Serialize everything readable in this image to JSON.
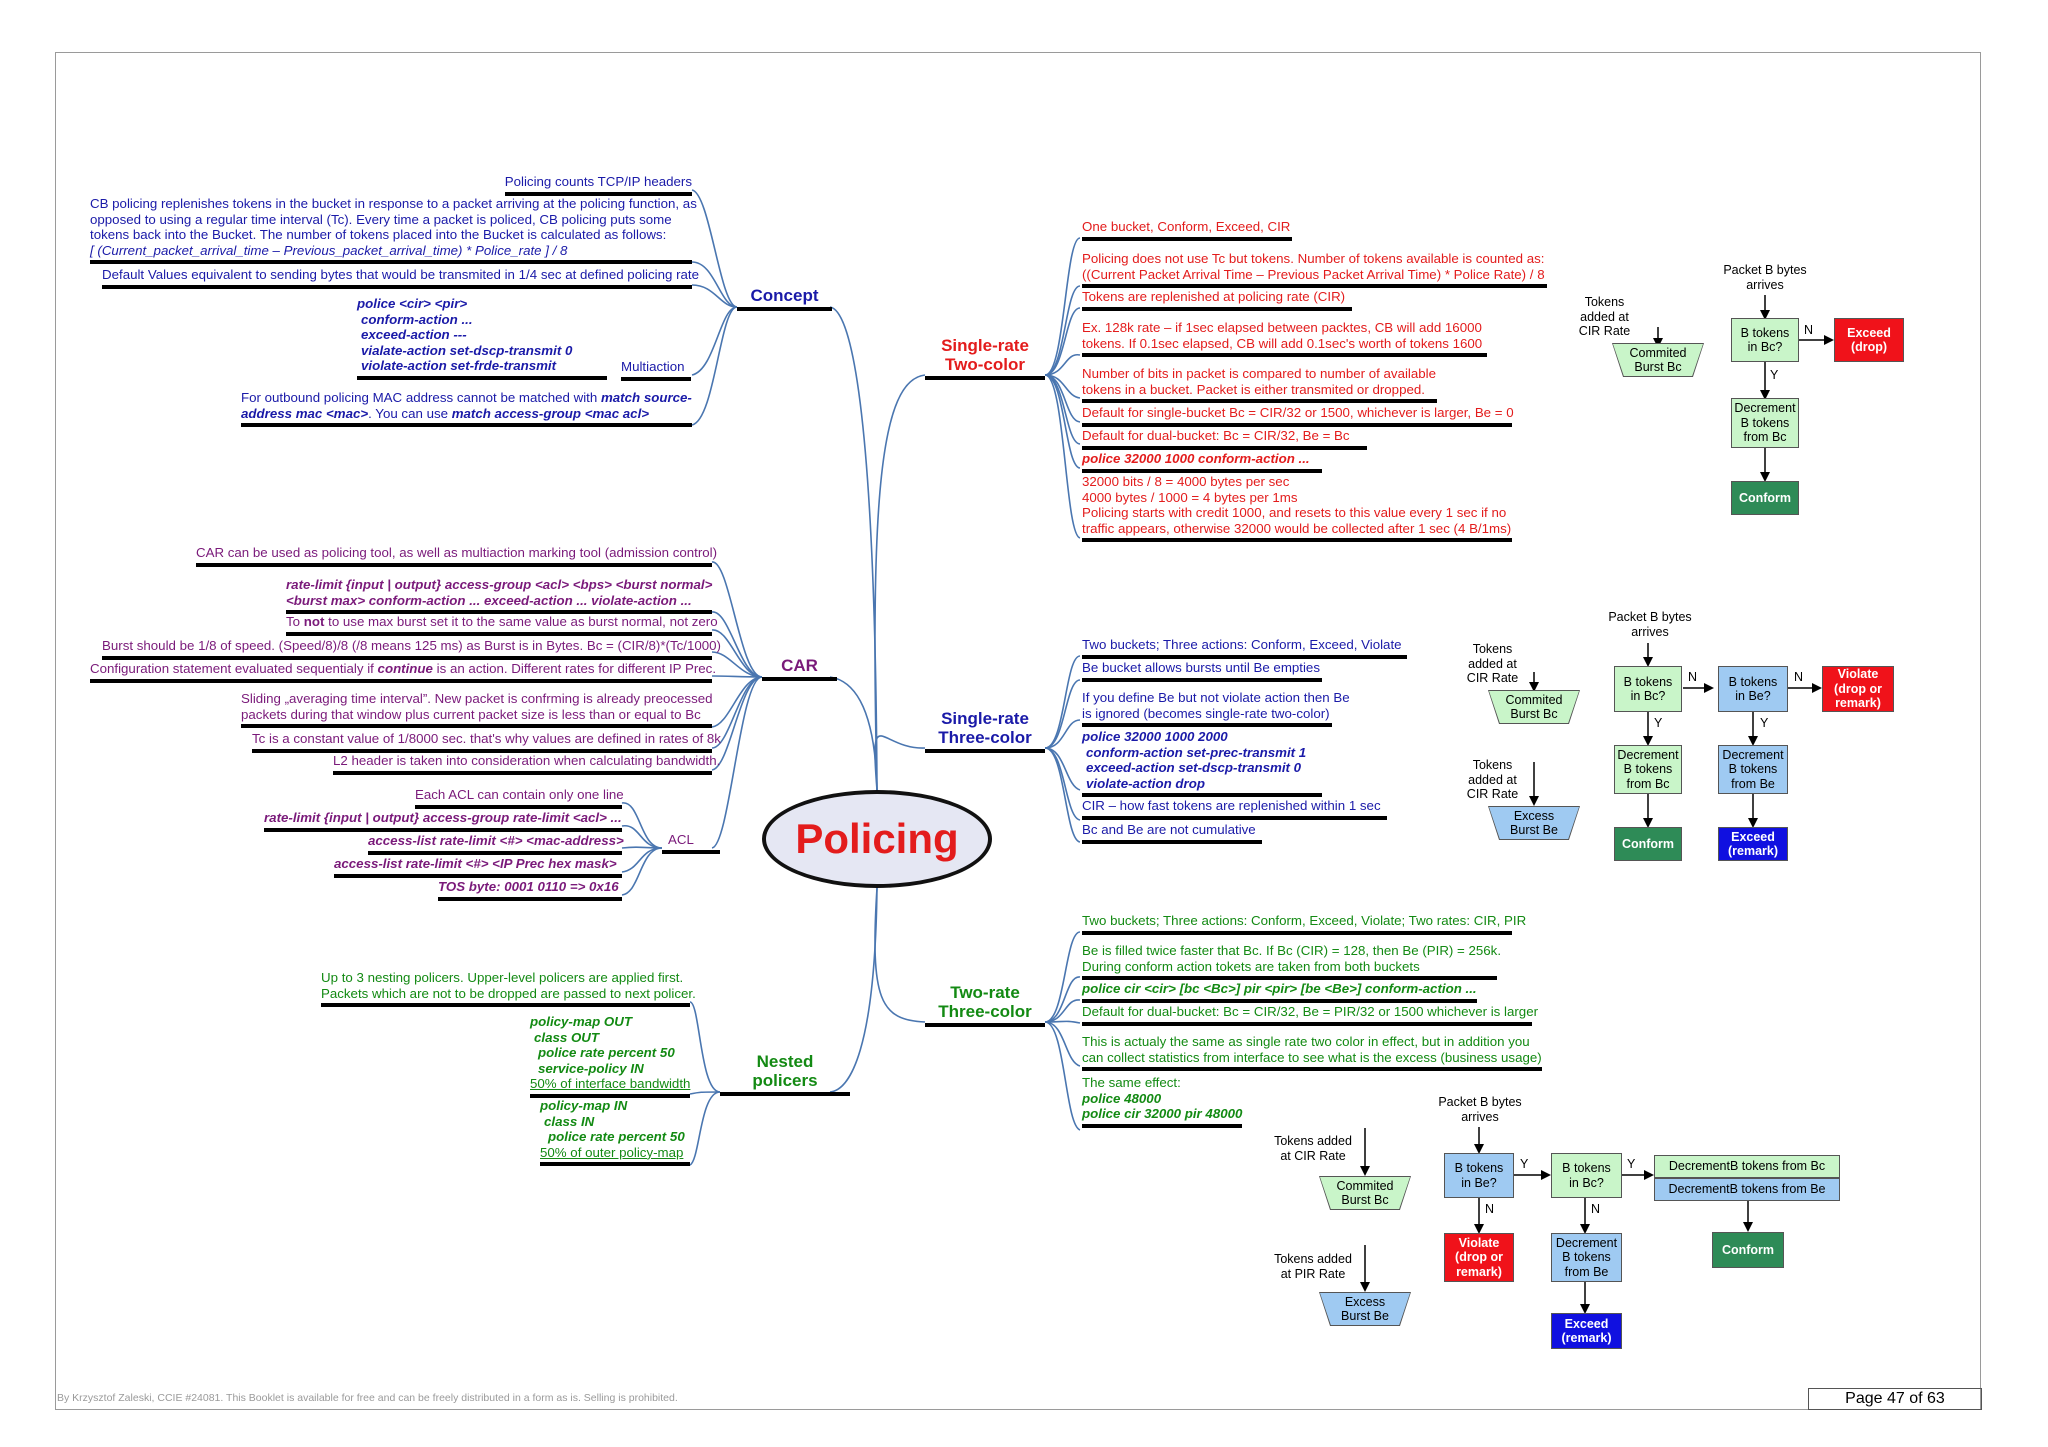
{
  "center": {
    "title": "Policing"
  },
  "concept": {
    "label": "Concept",
    "headers": "Policing counts TCP/IP headers",
    "cb_l1": "CB policing replenishes tokens in the bucket in response to a packet arriving at the policing function, as",
    "cb_l2": "opposed to using a regular time interval (Tc). Every time a packet is policed, CB policing puts some",
    "cb_l3": "tokens back into the Bucket. The number of tokens placed into the Bucket is calculated as follows:",
    "cb_l4": "[ (Current_packet_arrival_time – Previous_packet_arrival_time) * Police_rate ] / 8",
    "defaults": "Default Values equivalent to sending bytes that would be transmited in 1/4 sec at defined policing rate",
    "cmd1": "police <cir> <pir>",
    "cmd2": "conform-action ...",
    "cmd3": "exceed-action ---",
    "cmd4": "vialate-action set-dscp-transmit 0",
    "cmd5": "violate-action set-frde-transmit",
    "multiaction": "Multiaction",
    "mac_l1a": "For outbound policing MAC address cannot be matched with ",
    "mac_l1b": "match source-",
    "mac_l2a": "address mac <mac>",
    "mac_l2b": ". You can use ",
    "mac_l2c": "match access-group <mac acl>"
  },
  "car": {
    "label": "CAR",
    "n1": "CAR can be used as policing tool, as well as multiaction marking tool (admission control)",
    "n2a": "rate-limit {input | output} access-group <acl> <bps> <burst normal>",
    "n2b": "<burst max> conform-action ... exceed-action ... violate-action ...",
    "n3a": "To ",
    "n3b": "not",
    "n3c": " to use max burst set it to the same value as burst normal, not zero",
    "n4": "Burst should be 1/8 of speed. (Speed/8)/8 (/8 means 125 ms) as Burst is in Bytes. Bc = (CIR/8)*(Tc/1000)",
    "n5a": "Configuration statement evaluated sequentialy if ",
    "n5b": "continue",
    "n5c": " is an action. Different rates for different IP Prec.",
    "n6a": "Sliding „averaging time interval”. New packet is confrming is already preocessed",
    "n6b": "packets during that window plus current packet size is less than or equal to Bc",
    "n7": "Tc is a constant value of 1/8000 sec. that's why values are defined in rates of 8k",
    "n8": "L2 header is taken into consideration when calculating bandwidth.",
    "acl_label": "ACL",
    "acl1": "Each ACL can contain only one line",
    "acl2": "rate-limit {input | output} access-group rate-limit <acl> ...",
    "acl3": "access-list rate-limit <#> <mac-address>",
    "acl4": "access-list rate-limit <#> <IP Prec hex mask>",
    "acl5": "TOS byte: 0001 0110 => 0x16"
  },
  "nested": {
    "label": "Nested policers",
    "label1": "Nested",
    "label2": "policers",
    "n1a": "Up to 3 nesting policers. Upper-level policers are applied first.",
    "n1b": "Packets which are not to be dropped are passed to next policer.",
    "p1": "policy-map OUT",
    "p2": "class OUT",
    "p3": "police rate percent 50",
    "p4": "service-policy IN",
    "p5": "50% of interface bandwidth",
    "q1": "policy-map IN",
    "q2": "class IN",
    "q3": "police rate percent 50",
    "q4": "50% of outer policy-map"
  },
  "sr2": {
    "label1": "Single-rate",
    "label2": "Two-color",
    "n1": "One bucket, Conform, Exceed, CIR",
    "n2a": "Policing does not use  Tc but tokens. Number of tokens available is counted as:",
    "n2b": "((Current Packet Arrival Time – Previous Packet Arrival Time) * Police Rate) / 8",
    "n3": "Tokens are replenished at policing rate (CIR)",
    "n4a": "Ex. 128k rate – if 1sec elapsed between packtes, CB will add 16000",
    "n4b": "tokens. If 0.1sec elapsed, CB will add 0.1sec's worth of tokens 1600",
    "n5a": "Number of bits in packet is compared to number of available",
    "n5b": "tokens in a bucket. Packet is either transmited or dropped.",
    "n6": "Default for single-bucket Bc = CIR/32 or 1500, whichever is larger, Be = 0",
    "n7": "Default for dual-bucket: Bc = CIR/32, Be = Bc",
    "n8": "police 32000 1000 conform-action ...",
    "n9a": "32000 bits / 8  = 4000 bytes per sec",
    "n9b": "4000 bytes / 1000 = 4 bytes per 1ms",
    "n9c": "Policing starts with credit 1000, and resets to this value every 1 sec if no",
    "n9d": "traffic appears, otherwise 32000 would be collected after 1 sec (4 B/1ms)"
  },
  "sr3": {
    "label1": "Single-rate",
    "label2": "Three-color",
    "n1": "Two buckets; Three actions: Conform, Exceed, Violate",
    "n2": "Be bucket allows bursts until Be empties",
    "n3a": "If you define Be but not violate action then Be",
    "n3b": "is ignored (becomes single-rate two-color)",
    "c1": "police 32000 1000 2000",
    "c2": "conform-action set-prec-transmit 1",
    "c3": "exceed-action set-dscp-transmit 0",
    "c4": "violate-action drop",
    "n4": "CIR – how fast tokens are replenished within 1 sec",
    "n5": "Bc and Be are not cumulative"
  },
  "tr3": {
    "label1": "Two-rate",
    "label2": "Three-color",
    "n1": "Two buckets; Three actions: Conform, Exceed, Violate; Two rates: CIR, PIR",
    "n2a": "Be is filled twice faster that Bc. If Bc (CIR) = 128, then Be (PIR) = 256k.",
    "n2b": "During conform action tokets are taken from both buckets",
    "n3": "police cir <cir> [bc <Bc>] pir <pir> [be <Be>] conform-action ...",
    "n4": "Default for dual-bucket: Bc = CIR/32, Be = PIR/32 or 1500 whichever is larger",
    "n5a": "This is actualy the same as single rate two color in effect, but in addition you",
    "n5b": "can collect statistics from interface to see what is the excess (business usage)",
    "n6a": "The same effect:",
    "n6b": "police 48000",
    "n6c": "police cir 32000 pir 48000"
  },
  "flow1": {
    "tokens": "Tokens added at CIR Rate",
    "tok1": "Tokens",
    "tok2": "added at",
    "tok3": "CIR Rate",
    "bucket1": "Commited",
    "bucket2": "Burst Bc",
    "pkt1": "Packet B bytes",
    "pkt2": "arrives",
    "q1": "B tokens",
    "q2": "in Bc?",
    "no": "N",
    "yes": "Y",
    "exc1": "Exceed",
    "exc2": "(drop)",
    "dec1": "Decrement",
    "dec2": "B tokens",
    "dec3": "from Bc",
    "conform": "Conform"
  },
  "flow2": {
    "tok1": "Tokens",
    "tok2": "added at",
    "tok3": "CIR Rate",
    "bc1": "Commited",
    "bc2": "Burst Bc",
    "tokb1": "Tokens",
    "tokb2": "added at",
    "tokb3": "CIR Rate",
    "be1": "Excess",
    "be2": "Burst Be",
    "pkt1": "Packet B bytes",
    "pkt2": "arrives",
    "q1a": "B tokens",
    "q1b": "in Bc?",
    "q2a": "B tokens",
    "q2b": "in Be?",
    "no": "N",
    "yes": "Y",
    "vio1": "Violate",
    "vio2": "(drop or",
    "vio3": "remark)",
    "dec1": "Decrement",
    "dec2": "B tokens",
    "dec3": "from Bc",
    "dece1": "Decrement",
    "dece2": "B tokens",
    "dece3": "from Be",
    "conform": "Conform",
    "exc1": "Exceed",
    "exc2": "(remark)"
  },
  "flow3": {
    "tok1": "Tokens added",
    "tok2": "at CIR Rate",
    "bc1": "Commited",
    "bc2": "Burst Bc",
    "tokp1": "Tokens added",
    "tokp2": "at PIR Rate",
    "be1": "Excess",
    "be2": "Burst Be",
    "pkt1": "Packet B bytes",
    "pkt2": "arrives",
    "q1a": "B tokens",
    "q1b": "in Be?",
    "q2a": "B tokens",
    "q2b": "in Bc?",
    "no": "N",
    "yes": "Y",
    "vio1": "Violate",
    "vio2": "(drop or",
    "vio3": "remark)",
    "dece1": "Decrement",
    "dece2": "B tokens",
    "dece3": "from Be",
    "exc1": "Exceed",
    "exc2": "(remark)",
    "decbc": "DecrementB tokens from Bc",
    "decbe": "DecrementB tokens from Be",
    "conform": "Conform"
  },
  "footer": {
    "credit": "By Krzysztof Zaleski, CCIE #24081. This Booklet is available for free and can be freely distributed in a form as is. Selling is prohibited.",
    "page": "Page 47 of 63"
  },
  "colors": {
    "blue": "#1a1aa8",
    "purple": "#7a1a7a",
    "red": "#e31c1c",
    "green": "#138a13",
    "line": "#4a76b0"
  }
}
